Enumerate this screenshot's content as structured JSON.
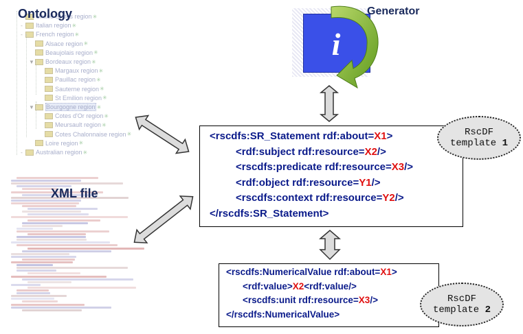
{
  "ontology": {
    "title": "Ontology",
    "tree": [
      {
        "label": "United States region",
        "level": 1,
        "toggle": "-"
      },
      {
        "label": "Italian region",
        "level": 1,
        "toggle": "-"
      },
      {
        "label": "French region",
        "level": 1,
        "toggle": "-"
      },
      {
        "label": "Alsace region",
        "level": 2,
        "toggle": ""
      },
      {
        "label": "Beaujolais region",
        "level": 2,
        "toggle": ""
      },
      {
        "label": "Bordeaux region",
        "level": 2,
        "toggle": "▼"
      },
      {
        "label": "Margaux region",
        "level": 3,
        "toggle": ""
      },
      {
        "label": "Pauillac region",
        "level": 3,
        "toggle": ""
      },
      {
        "label": "Sauterne region",
        "level": 3,
        "toggle": ""
      },
      {
        "label": "St Emilion region",
        "level": 3,
        "toggle": ""
      },
      {
        "label": "Bourgogne region",
        "level": 2,
        "toggle": "▼",
        "selected": true
      },
      {
        "label": "Cotes d'Or region",
        "level": 3,
        "toggle": ""
      },
      {
        "label": "Meursault region",
        "level": 3,
        "toggle": ""
      },
      {
        "label": "Cotes Chalonnaise region",
        "level": 3,
        "toggle": ""
      },
      {
        "label": "Loire region",
        "level": 2,
        "toggle": ""
      },
      {
        "label": "Australian region",
        "level": 1,
        "toggle": "-"
      }
    ]
  },
  "xml_file": {
    "title": "XML file"
  },
  "generator": {
    "title": "Generator",
    "icon": "info-icon",
    "glyph": "i"
  },
  "template1": {
    "lines": [
      {
        "indent": 0,
        "parts": [
          {
            "t": "<rscdfs:SR_Statement rdf:about=",
            "c": "blue"
          },
          {
            "t": "X1",
            "c": "red"
          },
          {
            "t": ">",
            "c": "blue"
          }
        ]
      },
      {
        "indent": 1,
        "parts": [
          {
            "t": "<rdf:subject rdf:resource=",
            "c": "blue"
          },
          {
            "t": "X2",
            "c": "red"
          },
          {
            "t": "/>",
            "c": "blue"
          }
        ]
      },
      {
        "indent": 1,
        "parts": [
          {
            "t": "<rscdfs:predicate rdf:resource=",
            "c": "blue"
          },
          {
            "t": "X3",
            "c": "red"
          },
          {
            "t": "/>",
            "c": "blue"
          }
        ]
      },
      {
        "indent": 1,
        "parts": [
          {
            "t": "<rdf:object rdf:resource=",
            "c": "blue"
          },
          {
            "t": "Y1",
            "c": "red"
          },
          {
            "t": "/>",
            "c": "blue"
          }
        ]
      },
      {
        "indent": 1,
        "parts": [
          {
            "t": "<rscdfs:context rdf:resource=",
            "c": "blue"
          },
          {
            "t": "Y2",
            "c": "red"
          },
          {
            "t": "/>",
            "c": "blue"
          }
        ]
      },
      {
        "indent": 0,
        "parts": [
          {
            "t": "</rscdfs:SR_Statement>",
            "c": "blue"
          }
        ]
      }
    ],
    "badge_line1": "RscDF",
    "badge_line2": "template",
    "badge_num": "1"
  },
  "template2": {
    "lines": [
      {
        "indent": 0,
        "parts": [
          {
            "t": "<rscdfs:NumericalValue rdf:about=",
            "c": "blue"
          },
          {
            "t": "X1",
            "c": "red"
          },
          {
            "t": ">",
            "c": "blue"
          }
        ]
      },
      {
        "indent": 1,
        "parts": [
          {
            "t": "<rdf:value>",
            "c": "blue"
          },
          {
            "t": "X2",
            "c": "red"
          },
          {
            "t": "<rdf:value/>",
            "c": "blue"
          }
        ]
      },
      {
        "indent": 1,
        "parts": [
          {
            "t": "<rscdfs:unit rdf:resource=",
            "c": "blue"
          },
          {
            "t": "X3",
            "c": "red"
          },
          {
            "t": "/>",
            "c": "blue"
          }
        ]
      },
      {
        "indent": 0,
        "parts": [
          {
            "t": "</rscdfs:NumericalValue>",
            "c": "blue"
          }
        ]
      }
    ],
    "badge_line1": "RscDF",
    "badge_line2": "template",
    "badge_num": "2"
  },
  "colors": {
    "code_blue": "#0a1a8a",
    "code_red": "#e01010",
    "generator_blue": "#3a50e8",
    "arrow_green": "#7ab32e",
    "badge_gray": "#e4e4e4"
  }
}
